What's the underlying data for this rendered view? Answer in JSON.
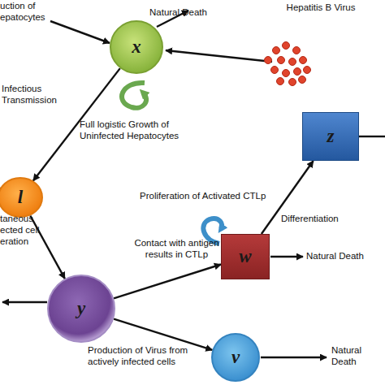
{
  "diagram": {
    "nodes": [
      {
        "text": [
          "x"
        ]
      },
      {
        "text": [
          "z"
        ]
      },
      {
        "text": [
          "l"
        ]
      },
      {
        "text": [
          "w"
        ]
      },
      {
        "text": [
          "y"
        ]
      },
      {
        "text": [
          "v"
        ]
      }
    ],
    "edges": [
      {
        "from": 0,
        "to": 2,
        "arrow": "to",
        "label": "Infectious Transmission"
      },
      {
        "from": 2,
        "to": 4,
        "arrow": "to"
      },
      {
        "from": 4,
        "to": 3,
        "arrow": "to",
        "label": "Contact with antigen results in CTLp"
      },
      {
        "from": 3,
        "to": 1,
        "arrow": "to",
        "label": "Differentiation"
      },
      {
        "from": 4,
        "to": 5,
        "arrow": "to",
        "label": "Production of Virus from actively infected cells"
      }
    ],
    "labels": [
      "uction of epatocytes",
      "Natural Death",
      "Hepatitis B Virus",
      "Full logistic Growth of Uninfected Hepatocytes",
      "Proliferation of Activated CTLp",
      "Natural Death",
      "taneous ected cell eration",
      "Natural Death"
    ]
  }
}
